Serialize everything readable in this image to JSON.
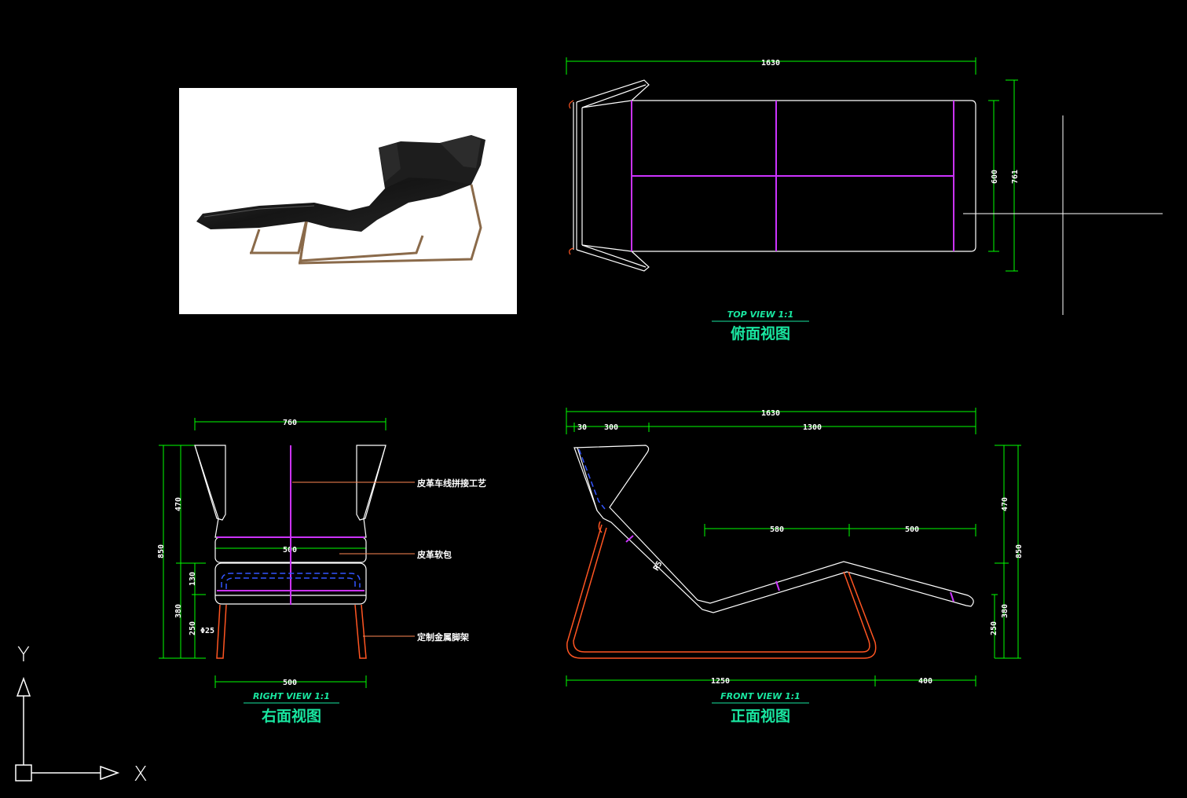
{
  "colors": {
    "background": "#000000",
    "dimension": "#00ff00",
    "outline": "#ffffff",
    "seam": "#cc33ff",
    "frame": "#ff5522",
    "hidden": "#3355ff",
    "label": "#19e6a0"
  },
  "top_view": {
    "title_en": "TOP VIEW 1:1",
    "title_cn": "俯面视图",
    "dim_length": "1630",
    "dim_width_inner": "600",
    "dim_width_outer": "761"
  },
  "right_view": {
    "title_en": "RIGHT VIEW 1:1",
    "title_cn": "右面视图",
    "dim_top": "760",
    "dim_seat": "500",
    "dim_bottom": "500",
    "dim_total_h": "850",
    "dim_upper_h": "470",
    "dim_cushion": "130",
    "dim_lower_h": "380",
    "dim_leg_h": "250",
    "dim_tube": "Φ25",
    "notes": [
      "皮革车线拼接工艺",
      "皮革软包",
      "定制金属脚架"
    ]
  },
  "front_view": {
    "title_en": "FRONT VIEW 1:1",
    "title_cn": "正面视图",
    "dim_total": "1630",
    "dim_a": "30",
    "dim_b": "300",
    "dim_c": "1300",
    "dim_mid_a": "580",
    "dim_mid_b": "500",
    "dim_bottom_a": "1250",
    "dim_bottom_b": "400",
    "dim_upper_h": "470",
    "dim_total_h": "850",
    "dim_lower_h": "380",
    "dim_leg_h": "250",
    "dim_radius": "R5"
  },
  "ucs": {
    "x": "X",
    "y": "Y"
  }
}
